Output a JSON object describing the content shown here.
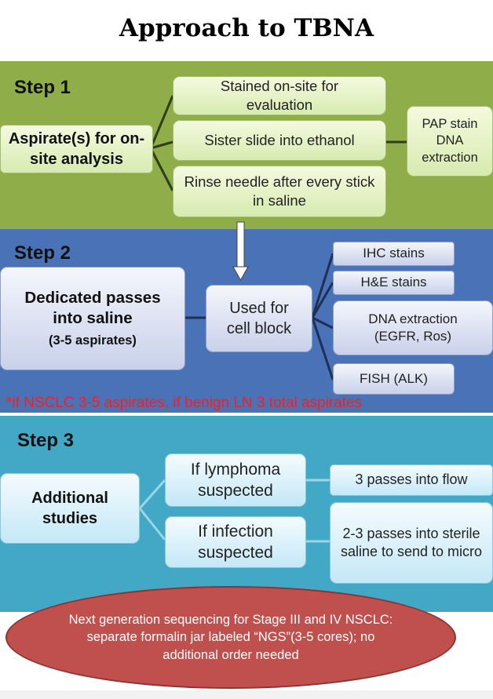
{
  "title": "Approach to TBNA",
  "step1": {
    "label": "Step 1",
    "main": "Aspirate(s) for on-site analysis",
    "stained": "Stained on-site for evaluation",
    "sister": "Sister slide into ethanol",
    "rinse": "Rinse needle after every stick in  saline",
    "pap": "PAP stain DNA extraction"
  },
  "step2": {
    "label": "Step 2",
    "main_line1": "Dedicated passes into saline",
    "main_line2": "(3-5 aspirates)",
    "cellblock": "Used for cell block",
    "ihc": "IHC stains",
    "he": "H&E stains",
    "dna": "DNA extraction (EGFR, Ros)",
    "fish": "FISH (ALK)",
    "note": "*if NSCLC 3-5 aspirates, if benign LN 3 total aspirates"
  },
  "step3": {
    "label": "Step 3",
    "main": "Additional studies",
    "lymphoma": "If lymphoma suspected",
    "infection": "If infection suspected",
    "flow": "3 passes into flow",
    "micro": "2-3 passes into sterile saline to send to micro"
  },
  "ngs": "Next generation sequencing for Stage III and IV NSCLC: separate formalin jar labeled “NGS”(3-5 cores); no additional order needed",
  "colors": {
    "step1_band": "#8fae4a",
    "step2_band": "#4a73b7",
    "step3_band": "#42a8c6",
    "ellipse": "#c0504d",
    "note": "#ff1a1a"
  }
}
